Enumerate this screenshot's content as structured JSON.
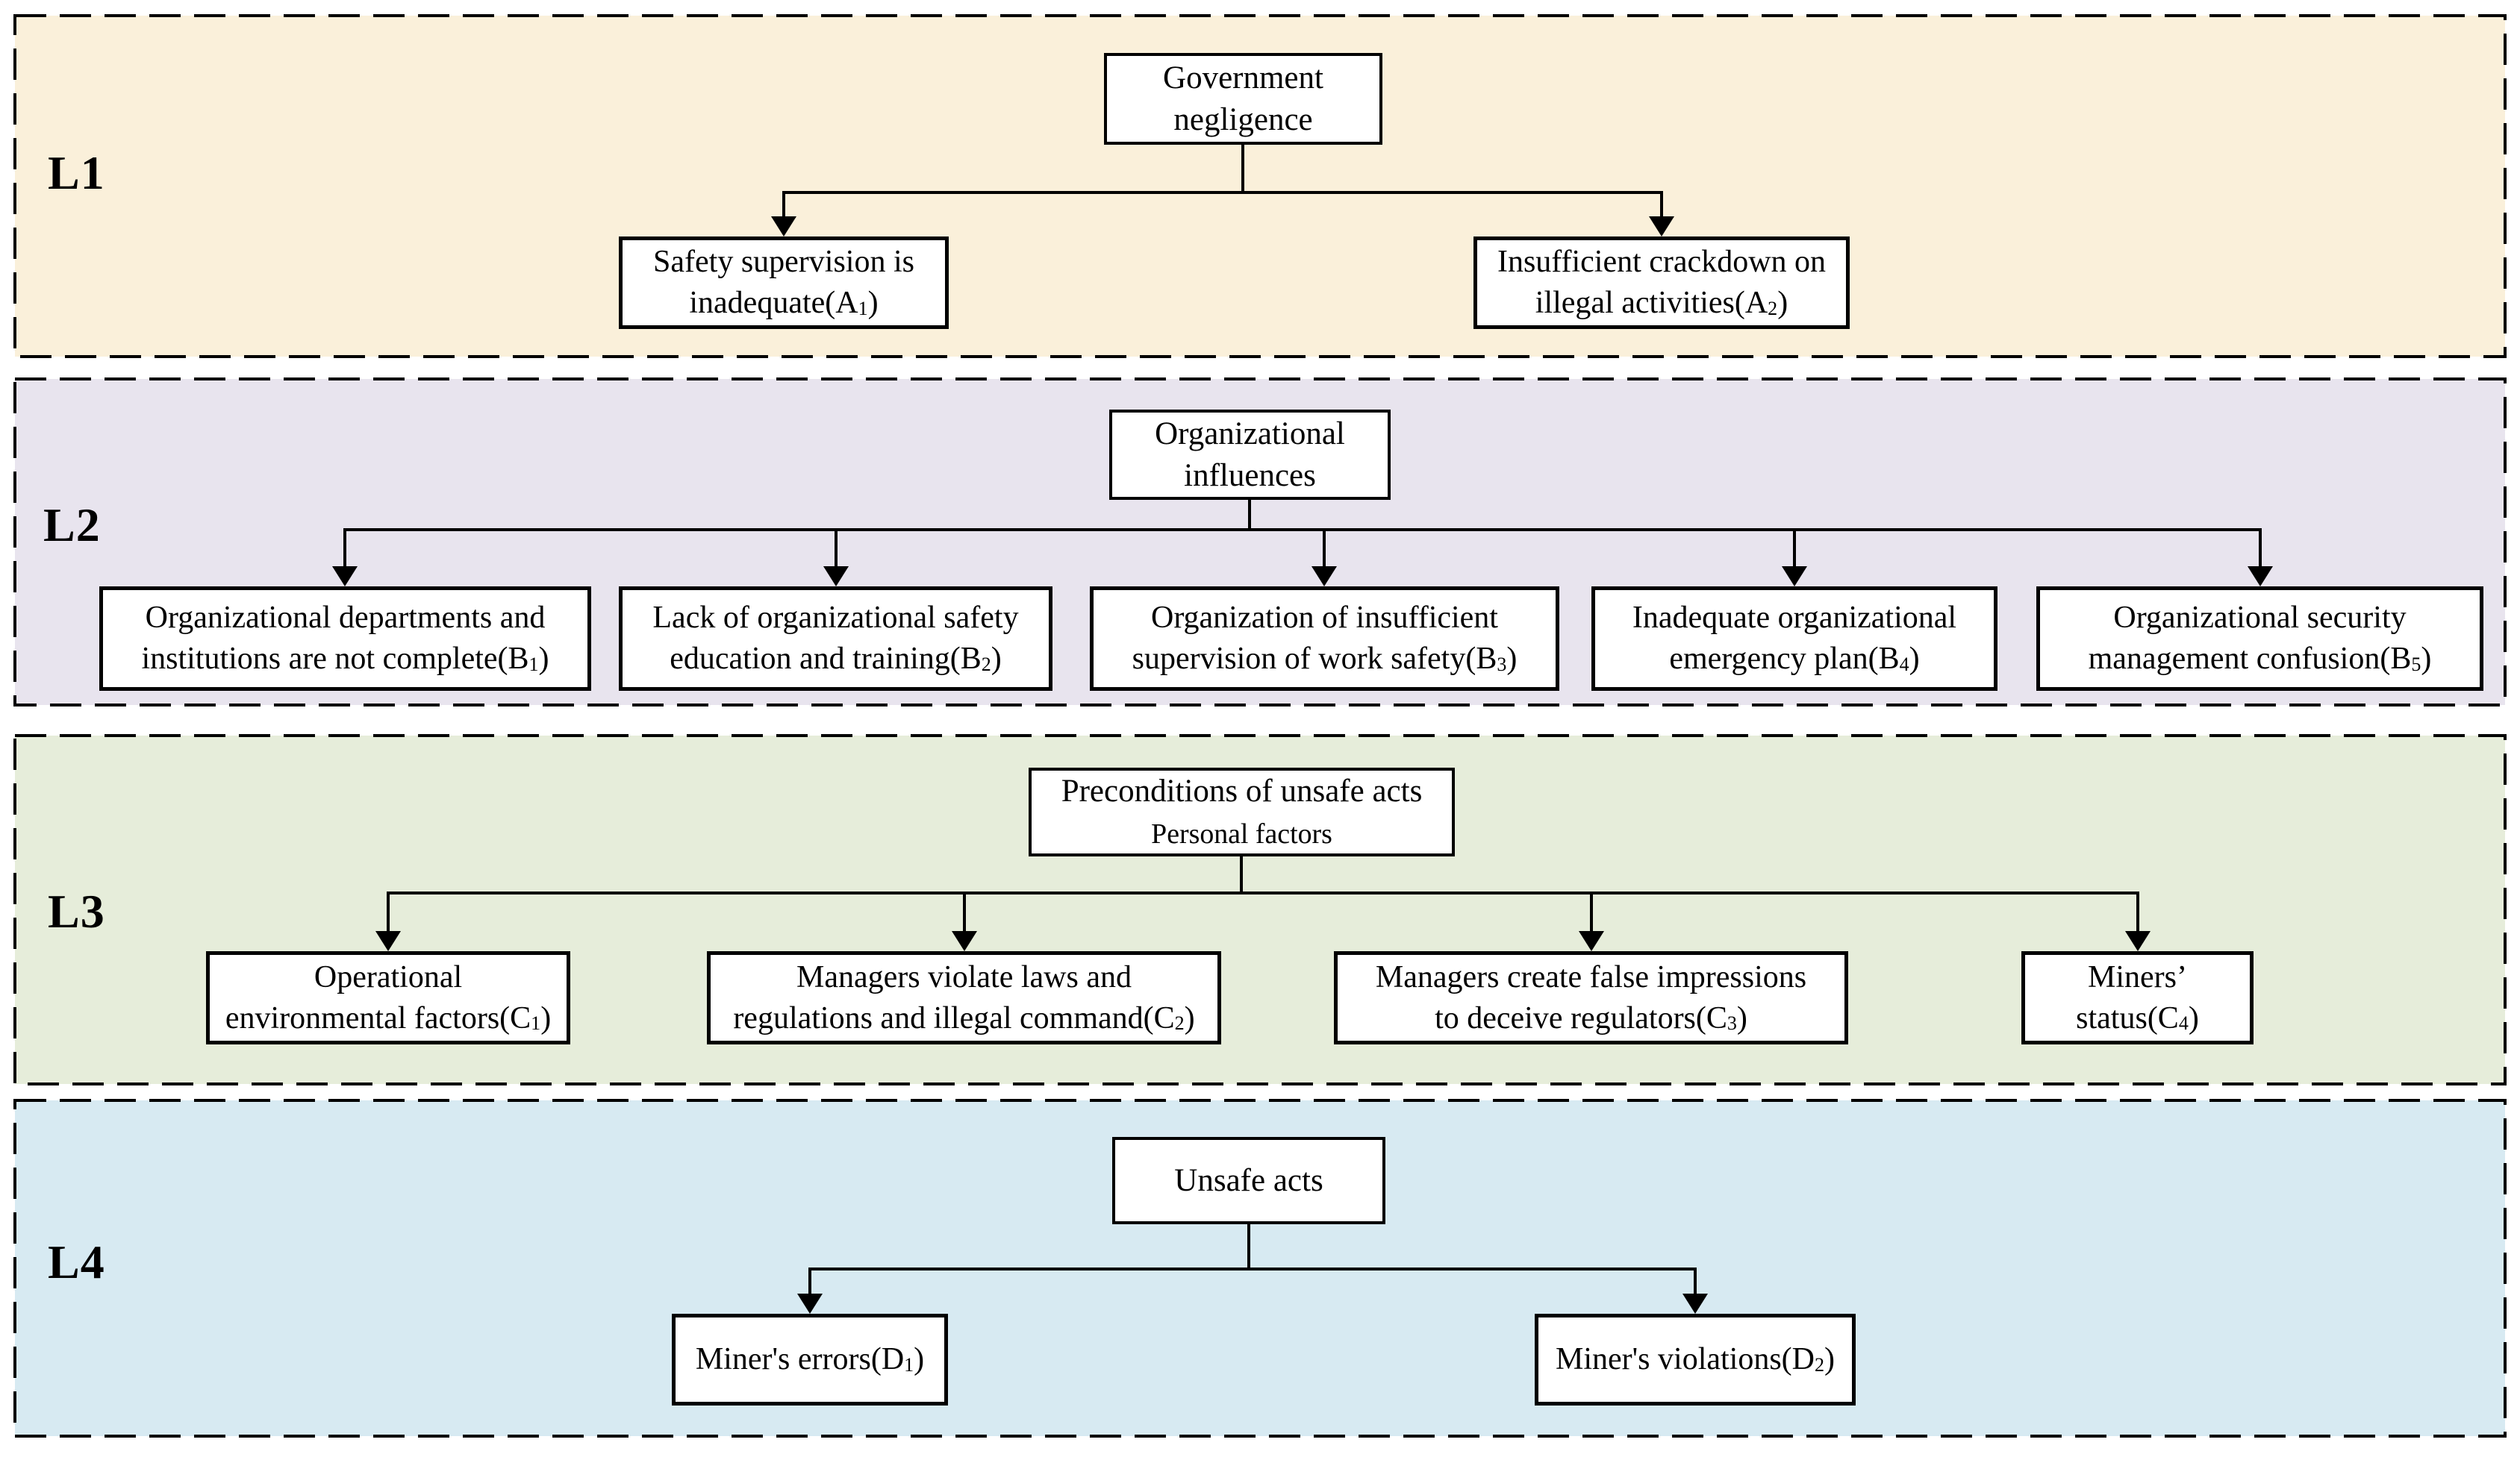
{
  "diagram": {
    "colors": {
      "line": "#000000",
      "box_background": "#ffffff",
      "box_border": "#000000",
      "l1_band": "#faf0da",
      "l2_band": "#e8e4ee",
      "l3_band": "#e6edda",
      "l4_band": "#d7eaf2"
    },
    "levels": [
      {
        "label": "L1",
        "band_color": "#faf0da",
        "root": {
          "label": "Government\nnegligence"
        },
        "children": [
          {
            "code": "A1",
            "label": "Safety supervision is\ninadequate(A~1~)"
          },
          {
            "code": "A2",
            "label": "Insufficient crackdown on\nillegal activities(A~2~)"
          }
        ]
      },
      {
        "label": "L2",
        "band_color": "#e8e4ee",
        "root": {
          "label": "Organizational\ninfluences"
        },
        "children": [
          {
            "code": "B1",
            "label": "Organizational departments and\ninstitutions are not complete(B~1~)"
          },
          {
            "code": "B2",
            "label": "Lack of organizational safety\neducation and training(B~2~)"
          },
          {
            "code": "B3",
            "label": "Organization of insufficient\nsupervision of work safety(B~3~)"
          },
          {
            "code": "B4",
            "label": "Inadequate organizational\nemergency plan(B~4~)"
          },
          {
            "code": "B5",
            "label": "Organizational security\nmanagement confusion(B~5~)"
          }
        ]
      },
      {
        "label": "L3",
        "band_color": "#e6edda",
        "root": {
          "label": "Preconditions of unsafe acts\n^Personal factors^"
        },
        "children": [
          {
            "code": "C1",
            "label": "Operational\nenvironmental factors(C~1~)"
          },
          {
            "code": "C2",
            "label": "Managers violate laws and\nregulations and illegal command(C~2~)"
          },
          {
            "code": "C3",
            "label": "Managers create false impressions\nto deceive regulators(C~3~)"
          },
          {
            "code": "C4",
            "label": "Miners’\nstatus(C~4~)"
          }
        ]
      },
      {
        "label": "L4",
        "band_color": "#d7eaf2",
        "root": {
          "label": "Unsafe acts"
        },
        "children": [
          {
            "code": "D1",
            "label": "Miner's errors(D~1~)"
          },
          {
            "code": "D2",
            "label": "Miner's violations(D~2~)"
          }
        ]
      }
    ]
  }
}
